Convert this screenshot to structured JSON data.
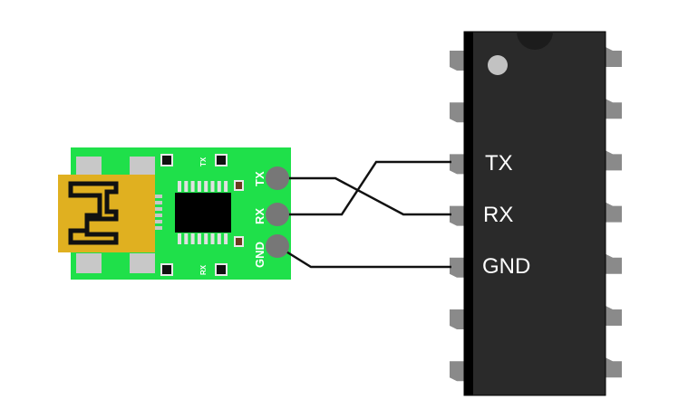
{
  "usb_board": {
    "pin_labels": [
      "TX",
      "RX",
      "GND"
    ],
    "led_labels": [
      "TX",
      "RX"
    ],
    "board_color": "#1fe04a"
  },
  "ic": {
    "pin_labels": [
      "TX",
      "RX",
      "GND"
    ],
    "body_color": "#2a2a2a"
  },
  "connections": [
    {
      "from": "TX",
      "to": "RX"
    },
    {
      "from": "RX",
      "to": "TX"
    },
    {
      "from": "GND",
      "to": "GND"
    }
  ]
}
